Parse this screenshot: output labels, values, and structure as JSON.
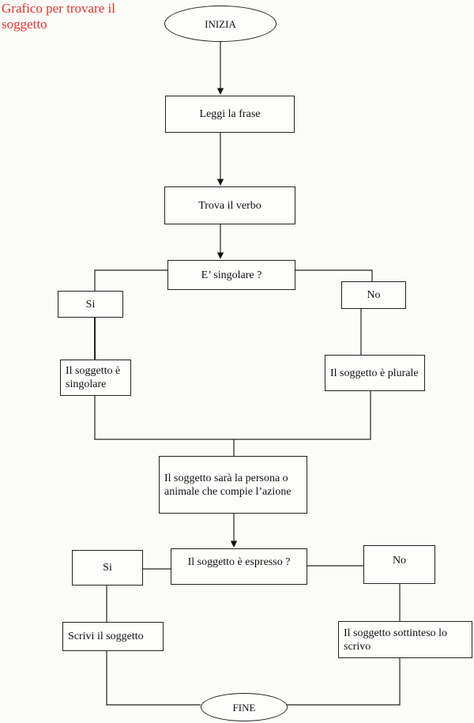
{
  "title": "Grafico per trovare il soggetto",
  "nodes": {
    "start": "INIZIA",
    "read": "Leggi la frase",
    "verb": "Trova il verbo",
    "singular_question": "E’ singolare ?",
    "yes1": "Si",
    "no1": "No",
    "subject_singular": "Il soggetto è singolare",
    "subject_plural": "Il soggetto è plurale",
    "subject_person": "Il soggetto sarà la persona o animale che compie l’azione",
    "expressed_question": "Il soggetto è espresso ?",
    "yes2": "Si",
    "no2": "No",
    "write_subject": "Scrivi il soggetto",
    "implied_subject": "Il soggetto sottinteso lo scrivo",
    "end": "FINE"
  }
}
